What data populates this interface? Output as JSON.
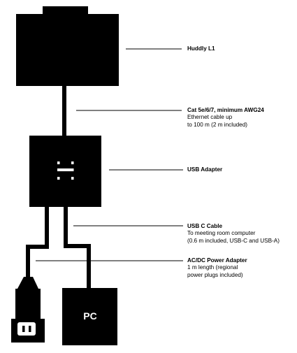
{
  "labels": {
    "camera": {
      "title": "Huddly L1"
    },
    "ethernet": {
      "title": "Cat 5e/6/7, minimum AWG24",
      "line1": "Ethernet cable up",
      "line2": "to 100 m (2 m included)"
    },
    "usb_adapter": {
      "title": "USB Adapter"
    },
    "usb_c": {
      "title": "USB C Cable",
      "line1": "To meeting room computer",
      "line2": "(0.6 m included, USB-C and USB-A)"
    },
    "power": {
      "title": "AC/DC Power Adapter",
      "line1": "1 m length (regional",
      "line2": "power plugs included)"
    }
  },
  "pc": {
    "label": "PC"
  },
  "colors": {
    "device": "#000000",
    "background": "#ffffff",
    "icon": "#ffffff"
  },
  "icons": [
    "adapter-logo-icon",
    "power-plug-icon"
  ]
}
